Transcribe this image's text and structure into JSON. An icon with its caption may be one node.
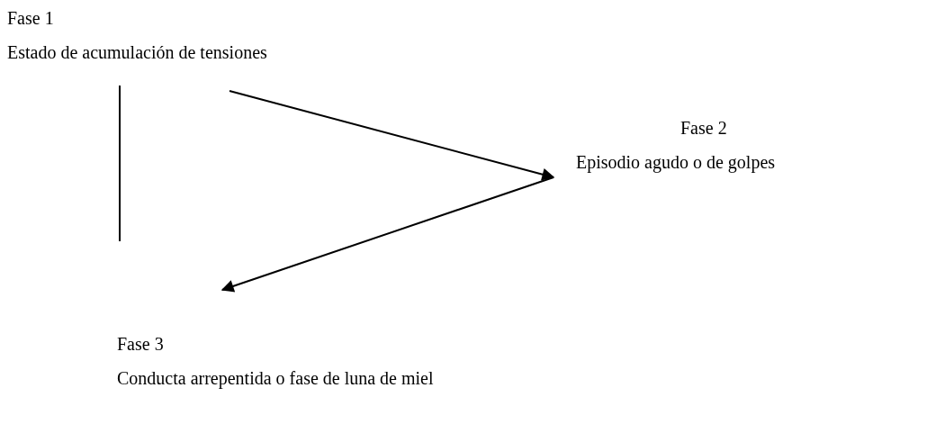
{
  "diagram": {
    "nodes": [
      {
        "text": [
          "Fase 1",
          "Estado de acumulación de tensiones"
        ]
      },
      {
        "text": [
          "Fase 2",
          "Episodio agudo o de golpes"
        ]
      },
      {
        "text": [
          "Fase 3",
          "Conducta arrepentida o fase de luna de miel"
        ]
      }
    ],
    "edges": [
      {
        "from": 0,
        "to": 1,
        "arrow": "to"
      },
      {
        "from": 1,
        "to": 2,
        "arrow": "to"
      },
      {
        "from": 0,
        "to": null,
        "arrow": "none"
      }
    ]
  }
}
